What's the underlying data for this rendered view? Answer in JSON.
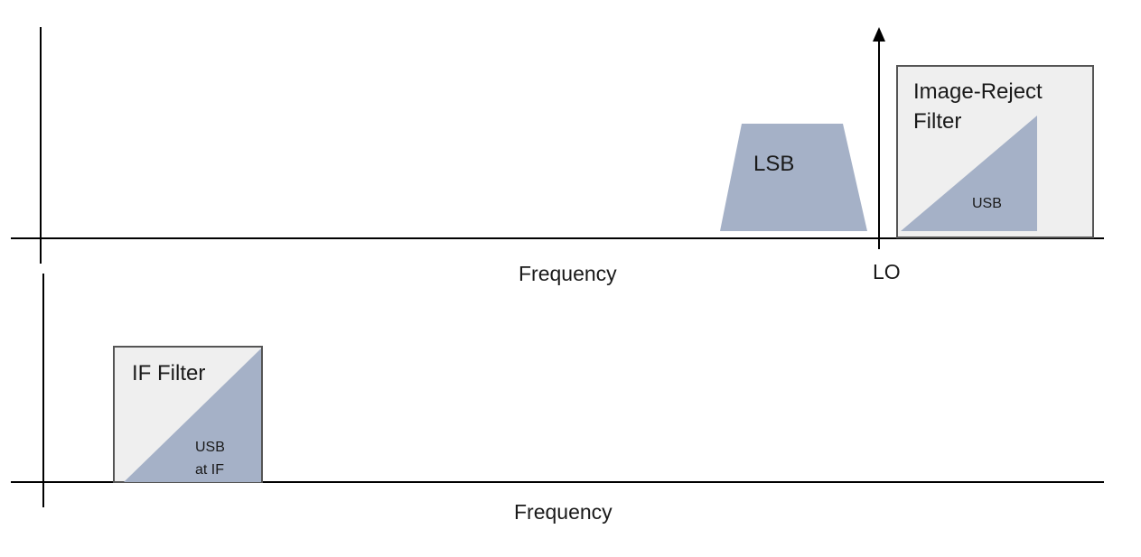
{
  "top_panel": {
    "axis_label": "Frequency",
    "lo_label": "LO",
    "lsb_label": "LSB",
    "image_reject_filter": {
      "title_line1": "Image-Reject",
      "title_line2": "Filter",
      "band_label": "USB"
    }
  },
  "bottom_panel": {
    "axis_label": "Frequency",
    "if_filter": {
      "title": "IF Filter",
      "band_line1": "USB",
      "band_line2": "at IF"
    }
  },
  "colors": {
    "band_fill": "#a5b1c7",
    "filter_box_fill": "#efefef",
    "filter_box_border": "#555555",
    "axis": "#000000"
  }
}
